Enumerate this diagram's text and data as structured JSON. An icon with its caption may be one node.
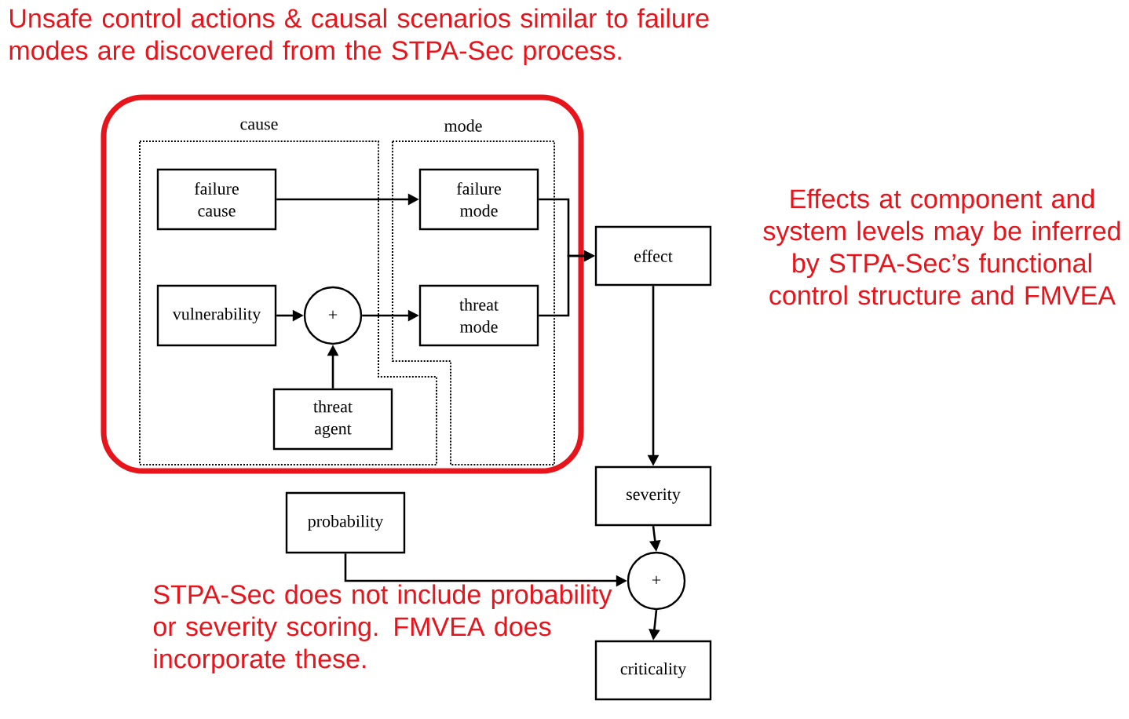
{
  "diagram": {
    "nodes": [
      {
        "text": [
          "Unsafe control actions & causal scenarios similar to failure modes are discovered from the STPA-Sec process."
        ]
      },
      {
        "text": [
          "cause"
        ],
        "in": 0
      },
      {
        "text": [
          "mode"
        ],
        "in": 0
      },
      {
        "text": [
          "failure cause"
        ],
        "in": 1
      },
      {
        "text": [
          "vulnerability"
        ],
        "in": 1
      },
      {
        "text": [
          "+"
        ],
        "in": 1
      },
      {
        "text": [
          "threat agent"
        ],
        "in": 1
      },
      {
        "text": [
          "failure mode"
        ],
        "in": 2
      },
      {
        "text": [
          "threat mode"
        ],
        "in": 2
      },
      {
        "text": [
          "effect"
        ]
      },
      {
        "text": [
          "severity"
        ]
      },
      {
        "text": [
          "probability"
        ]
      },
      {
        "text": [
          "+"
        ]
      },
      {
        "text": [
          "criticality"
        ]
      }
    ],
    "edges": [
      {
        "from": 3,
        "to": 7,
        "arrow": "to"
      },
      {
        "from": 4,
        "to": 5,
        "arrow": "to"
      },
      {
        "from": 6,
        "to": 5,
        "arrow": "to"
      },
      {
        "from": 5,
        "to": 8,
        "arrow": "to"
      },
      {
        "from": 7,
        "to": 9,
        "arrow": "to"
      },
      {
        "from": 8,
        "to": 9,
        "arrow": "to"
      },
      {
        "from": 9,
        "to": 10,
        "arrow": "to"
      },
      {
        "from": 10,
        "to": 12,
        "arrow": "to"
      },
      {
        "from": 11,
        "to": 12,
        "arrow": "to"
      },
      {
        "from": 12,
        "to": 13,
        "arrow": "to"
      }
    ],
    "labels": [
      "Effects at component and system levels may be inferred by STPA-Sec’s functional control structure and FMVEA",
      "STPA-Sec does not include probability or severity scoring. FMVEA does incorporate these."
    ]
  }
}
